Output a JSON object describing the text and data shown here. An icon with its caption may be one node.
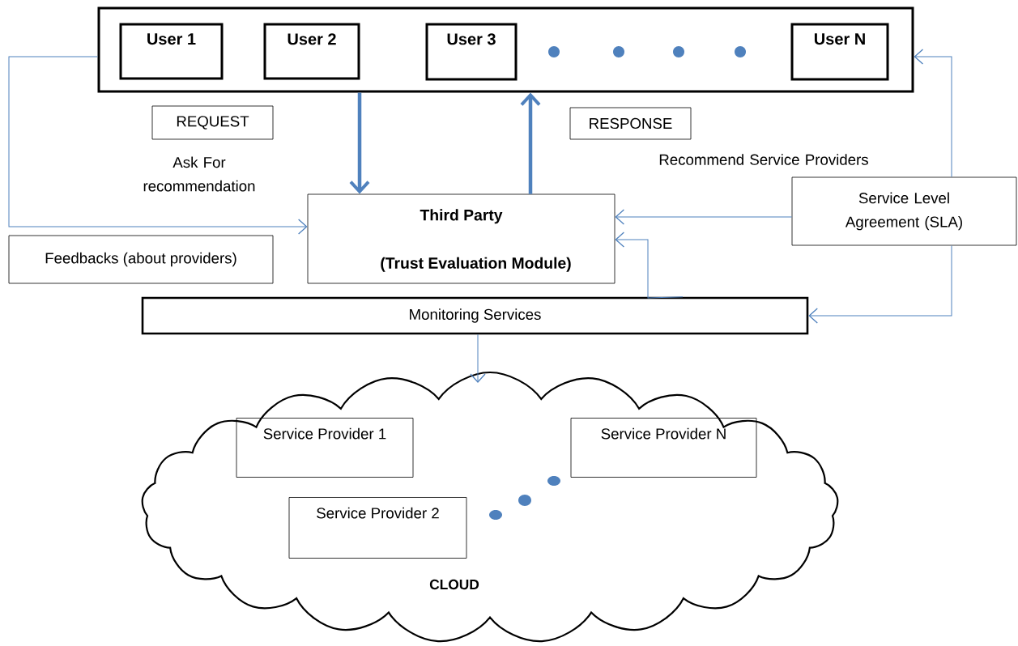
{
  "diagram": {
    "nodes": [
      {
        "text": [],
        "shape": "box"
      },
      {
        "text": [
          "User 1"
        ],
        "in": 0
      },
      {
        "text": [
          "User 2"
        ],
        "in": 0
      },
      {
        "text": [
          "User 3"
        ],
        "in": 0
      },
      {
        "text": [
          "User N"
        ],
        "in": 0
      },
      {
        "text": [
          "REQUEST"
        ]
      },
      {
        "text": [
          "RESPONSE"
        ]
      },
      {
        "text": [
          "Third Party",
          "(Trust Evaluation Module)"
        ]
      },
      {
        "text": [
          "Feedbacks (about providers)"
        ]
      },
      {
        "text": [
          "Service Level Agreement (SLA)"
        ]
      },
      {
        "text": [
          "Monitoring Services"
        ]
      },
      {
        "text": [
          "CLOUD"
        ]
      },
      {
        "text": [
          "Service Provider 1"
        ],
        "in": 11
      },
      {
        "text": [
          "Service Provider N"
        ],
        "in": 11
      },
      {
        "text": [
          "Service Provider 2"
        ],
        "in": 11
      }
    ],
    "edges": [
      {
        "from": 0,
        "to": 7,
        "arrow": "to",
        "style": "thick"
      },
      {
        "from": 7,
        "to": 0,
        "arrow": "to",
        "style": "thick"
      },
      {
        "from": 0,
        "to": 7,
        "arrow": "to"
      },
      {
        "from": 9,
        "to": 0,
        "arrow": "to"
      },
      {
        "from": 9,
        "to": 7,
        "arrow": "to"
      },
      {
        "from": 9,
        "to": 10,
        "arrow": "to"
      },
      {
        "from": 10,
        "to": 7,
        "arrow": "to"
      },
      {
        "from": 10,
        "to": 11,
        "arrow": "to"
      }
    ],
    "labels": [
      "Ask For recommendation",
      "Recommend Service Providers"
    ]
  }
}
